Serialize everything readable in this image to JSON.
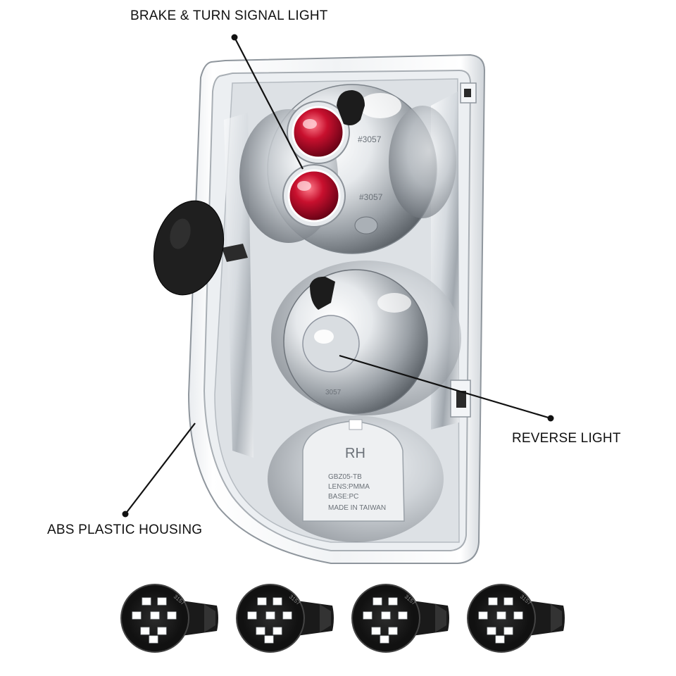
{
  "callouts": {
    "brake_turn": "BRAKE & TURN SIGNAL LIGHT",
    "reverse": "REVERSE LIGHT",
    "housing": "ABS PLASTIC HOUSING"
  },
  "lens_markings": {
    "bulb_code_upper": "#3057",
    "bulb_code_mid": "#3057",
    "bulb_code_reverse": "3057",
    "side": "RH",
    "model": "GBZ05-TB",
    "lens": "LENS:PMMA",
    "base": "BASE:PC",
    "origin": "MADE IN TAIWAN"
  },
  "led_bulbs": {
    "count": 4,
    "marking": "3157"
  },
  "colors": {
    "text": "#111111",
    "chrome_light": "#f2f4f6",
    "chrome_mid": "#b8bec4",
    "chrome_dark": "#5a6066",
    "red_lens": "#c8102e",
    "gasket": "#1c1c1c",
    "led": "#ffffff"
  }
}
